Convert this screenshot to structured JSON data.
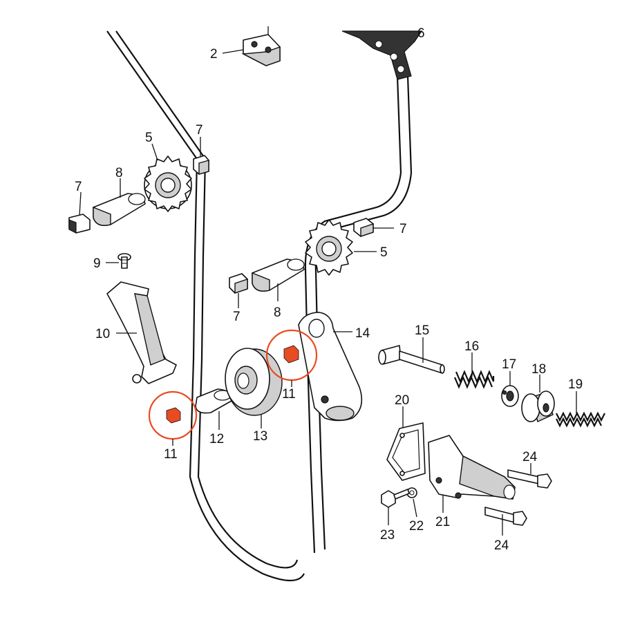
{
  "colors": {
    "highlight": "#e84c22",
    "line": "#111111",
    "background": "#ffffff"
  },
  "callouts": {
    "c2": "2",
    "c6": "6",
    "c5a": "5",
    "c5b": "5",
    "c7a": "7",
    "c7b": "7",
    "c7c": "7",
    "c7d": "7",
    "c8a": "8",
    "c8b": "8",
    "c9": "9",
    "c10": "10",
    "c11a": "11",
    "c11b": "11",
    "c12": "12",
    "c13": "13",
    "c14": "14",
    "c15": "15",
    "c16": "16",
    "c17": "17",
    "c18": "18",
    "c19": "19",
    "c20": "20",
    "c21": "21",
    "c22": "22",
    "c23": "23",
    "c24a": "24",
    "c24b": "24"
  }
}
